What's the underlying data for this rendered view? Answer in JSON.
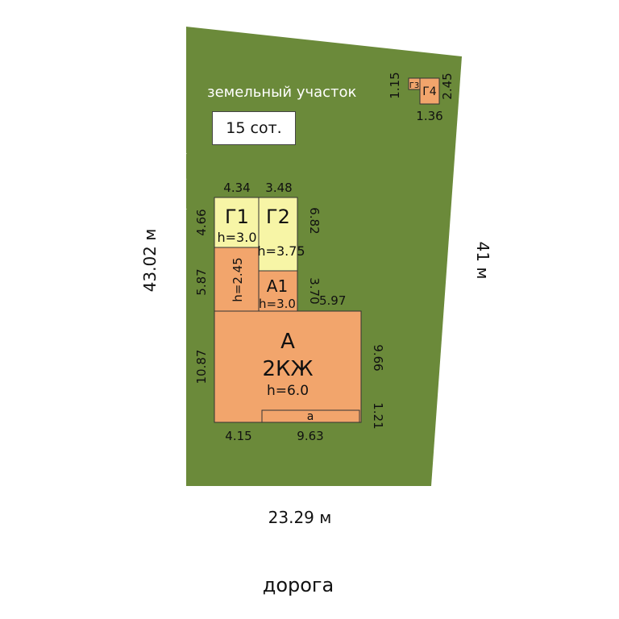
{
  "plot": {
    "label": "земельный участок",
    "area": "15 сот.",
    "color": "#6b8a3a"
  },
  "sides": {
    "left": "43.02 м",
    "right": "41 м",
    "bottom": "23.29 м"
  },
  "road": "дорога",
  "colors": {
    "house": "#f2a56c",
    "garage": "#f7f5a6",
    "outline": "#333333"
  },
  "buildings": {
    "A": {
      "letter": "А",
      "type": "2КЖ",
      "height": "h=6.0"
    },
    "A1": {
      "label": "А1",
      "height": "h=3.0"
    },
    "G1": {
      "label": "Г1",
      "height": "h=3.0"
    },
    "G2": {
      "label": "Г2",
      "height": "h=3.75"
    },
    "annex_h": "h=2.45",
    "a": "а",
    "G3": "Г3",
    "G4": "Г4"
  },
  "dimensions": {
    "d434": "4.34",
    "d348": "3.48",
    "d466": "4.66",
    "d682": "6.82",
    "d587": "5.87",
    "d370": "3.70",
    "d597": "5.97",
    "d1087": "10.87",
    "d966": "9.66",
    "d121": "1.21",
    "d415": "4.15",
    "d963": "9.63",
    "d115": "1.15",
    "d245": "2.45",
    "d136": "1.36"
  }
}
